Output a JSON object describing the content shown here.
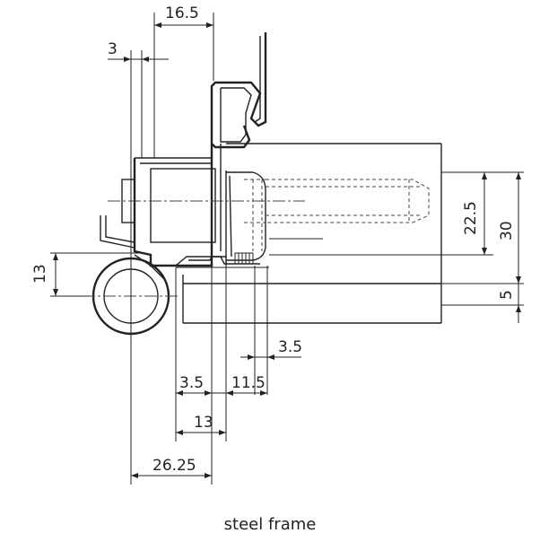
{
  "dimensions": {
    "d_16_5": "16.5",
    "d_3_top": "3",
    "d_13_left": "13",
    "d_22_5": "22.5",
    "d_30": "30",
    "d_5": "5",
    "d_3_5_right": "3.5",
    "d_3_5_left": "3.5",
    "d_11_5": "11.5",
    "d_13_bottom": "13",
    "d_26_25": "26.25"
  },
  "caption": "steel frame",
  "colors": {
    "line": "#222222",
    "background": "#ffffff"
  }
}
